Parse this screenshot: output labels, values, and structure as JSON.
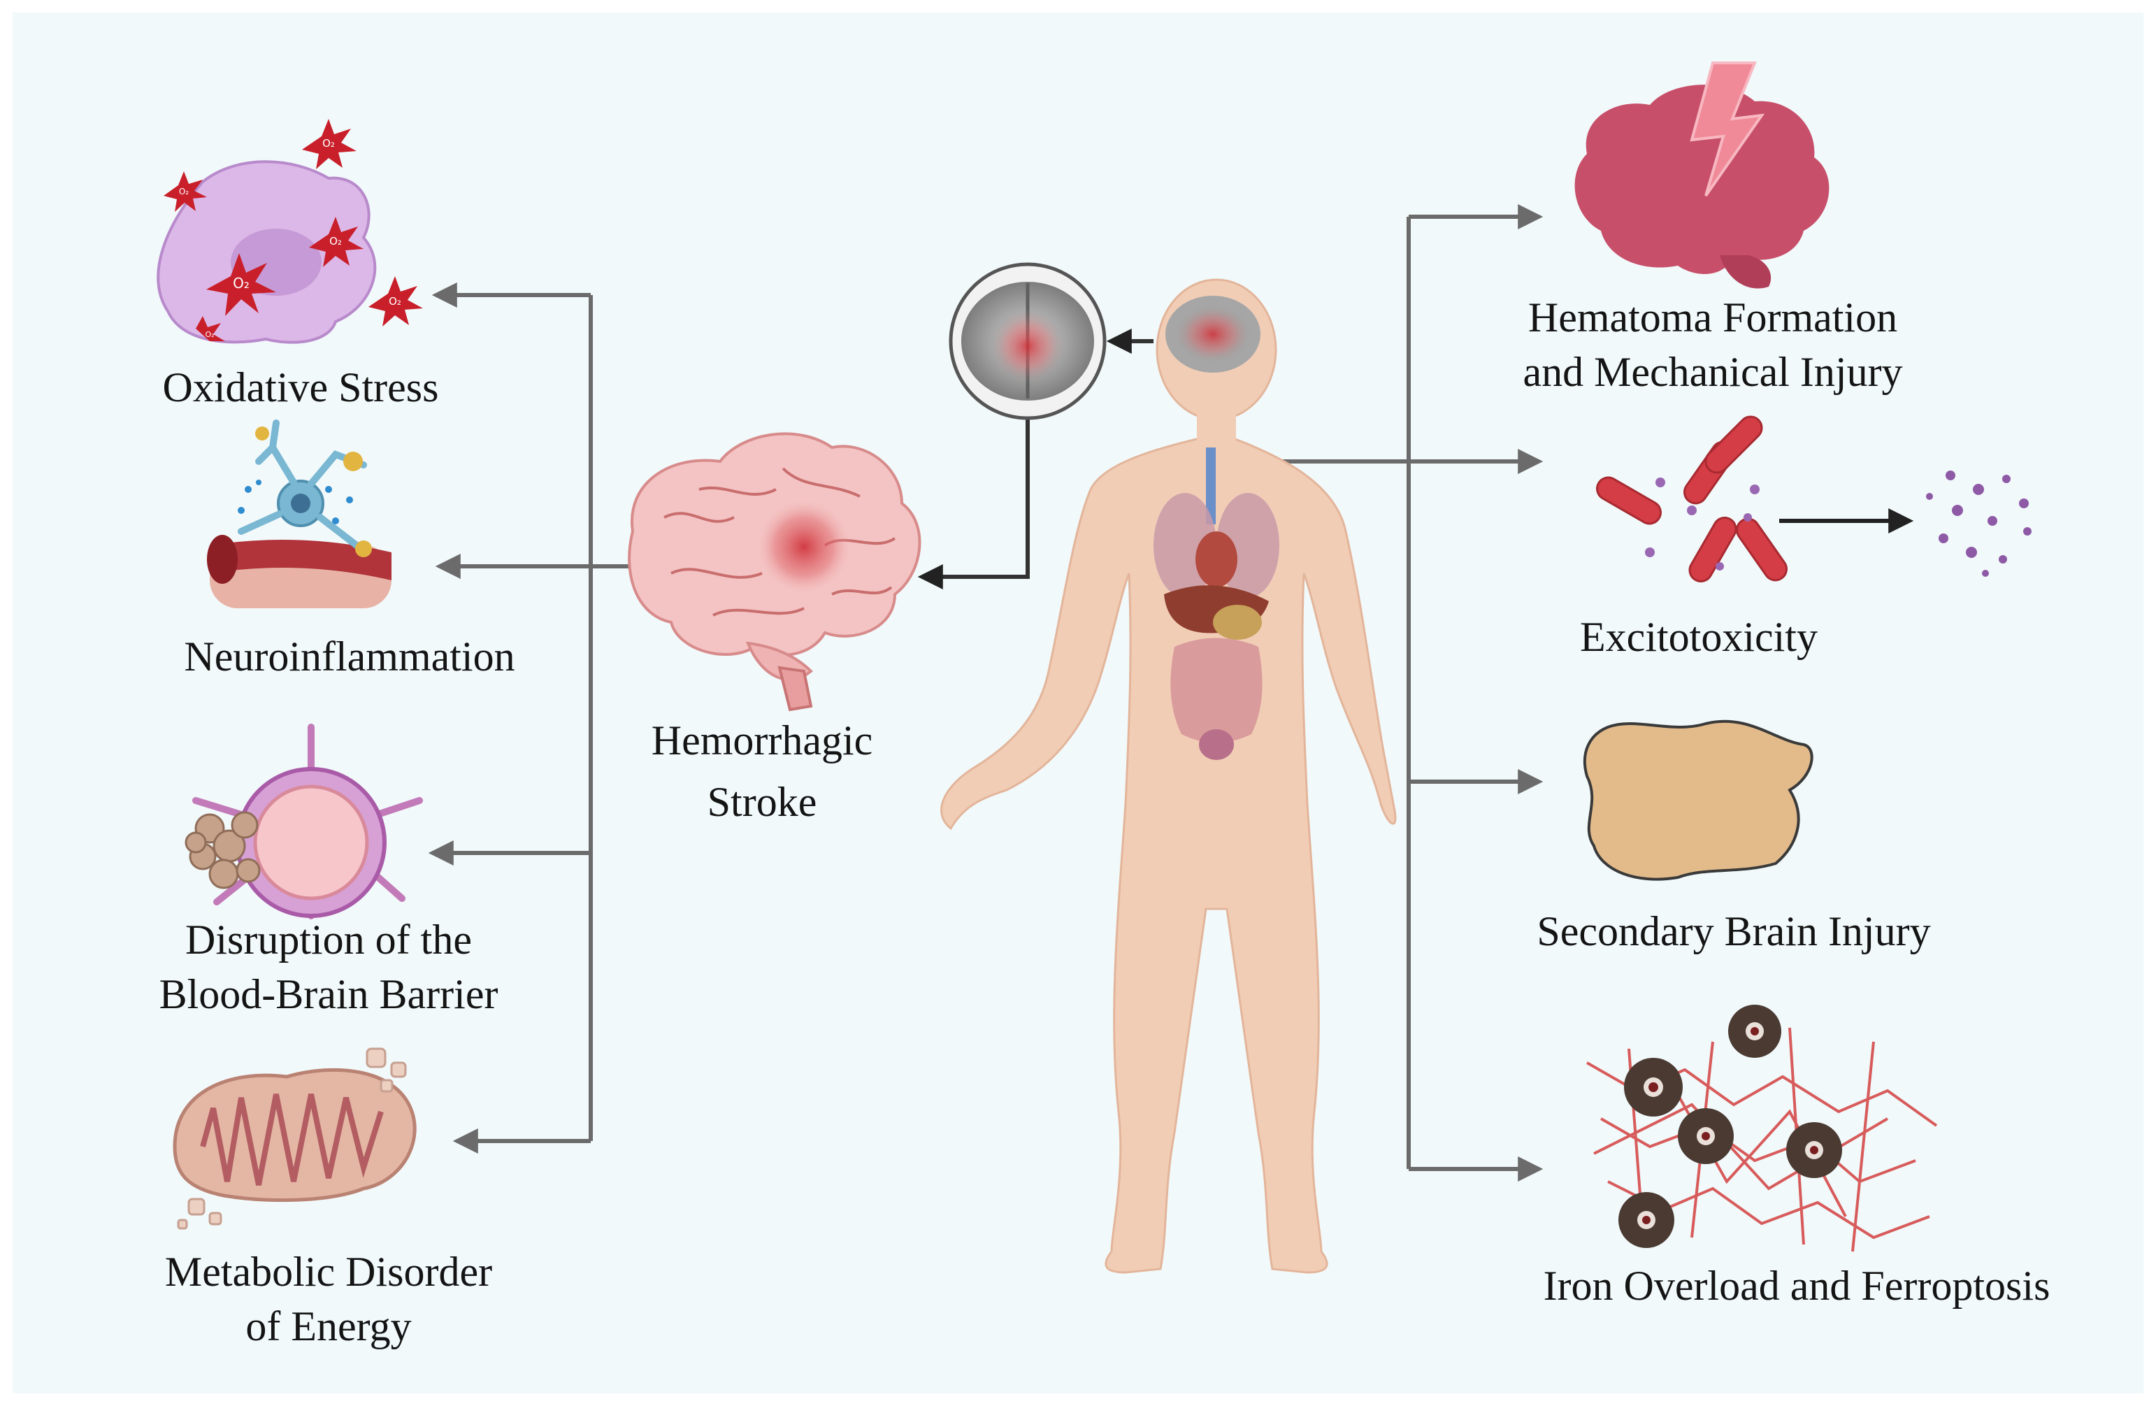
{
  "center": {
    "line1": "Hemorrhagic",
    "line2": "Stroke"
  },
  "left_items": [
    {
      "line1": "Oxidative Stress",
      "line2": "",
      "icon": "oxidative-stress-cell-icon"
    },
    {
      "line1": "Neuroinflammation",
      "line2": "",
      "icon": "neuron-vessel-icon"
    },
    {
      "line1": "Disruption of the",
      "line2": "Blood-Brain Barrier",
      "icon": "blood-vessel-cross-section-icon"
    },
    {
      "line1": "Metabolic Disorder",
      "line2": "of Energy",
      "icon": "mitochondrion-icon"
    }
  ],
  "right_items": [
    {
      "line1": "Hematoma Formation",
      "line2": "and Mechanical Injury",
      "icon": "brain-lightning-icon"
    },
    {
      "line1": "Excitotoxicity",
      "line2": "",
      "icon": "glutamate-receptor-icon"
    },
    {
      "line1": "Secondary Brain Injury",
      "line2": "",
      "icon": "tissue-blob-icon"
    },
    {
      "line1": "Iron Overload and Ferroptosis",
      "line2": "",
      "icon": "iron-deposit-network-icon"
    }
  ],
  "ion_labels": [
    "O₂",
    "O₂",
    "O₂",
    "O₂",
    "O₂",
    "O₂"
  ],
  "colors": {
    "background": "#f1f9fb",
    "arrow": "#6b6b6b",
    "text": "#141414",
    "skin": "#f1cdb6",
    "brain": "#f4c4c4",
    "hemorrhage": "#d0353d",
    "tissue": "#e3bb8b"
  }
}
